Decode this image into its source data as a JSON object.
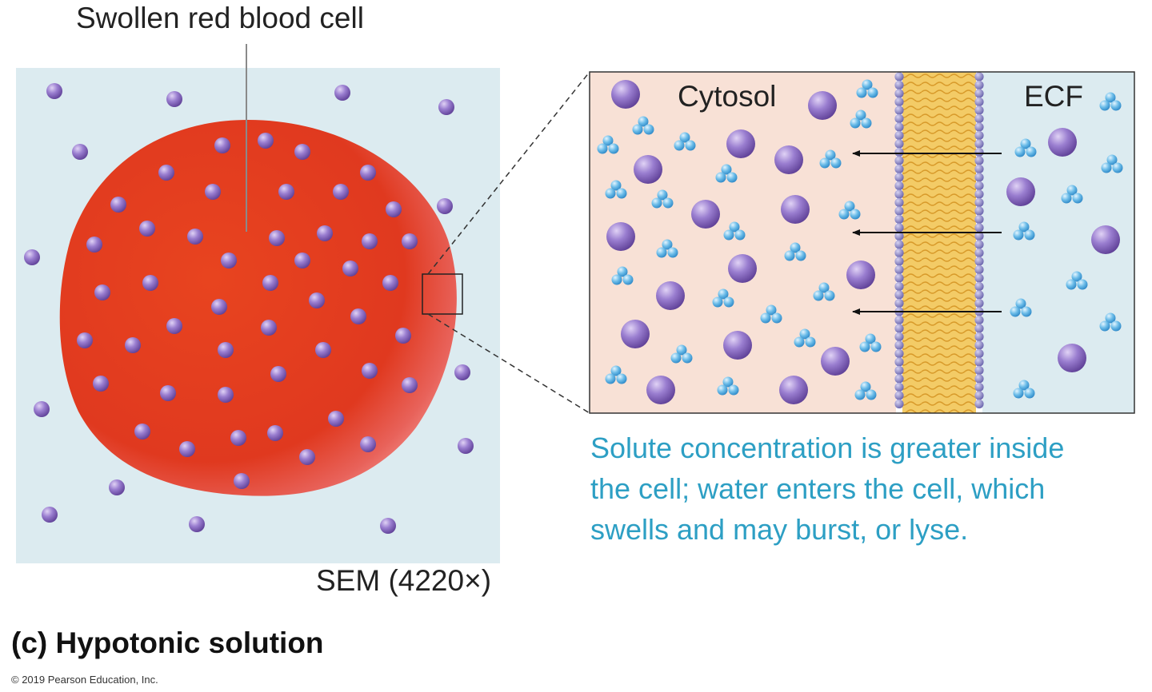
{
  "labels": {
    "cell": "Swollen red blood cell",
    "microscopy": "SEM (4220×)",
    "cytosol": "Cytosol",
    "ecf": "ECF",
    "caption_lines": [
      "Solute concentration is greater inside",
      "the cell; water enters the cell, which",
      "swells and may burst, or lyse."
    ],
    "panel_title": "(c) Hypotonic solution",
    "copyright": "© 2019 Pearson Education, Inc."
  },
  "colors": {
    "background": "#dcebf0",
    "cell": "#e23b22",
    "solute": "#8a6bc0",
    "water": "#63b5e6",
    "cytosol_fill": "#f8e1d6",
    "ecf_fill": "#dcebf0",
    "membrane_core": "#f2c55a",
    "membrane_heads": "#8e88c8",
    "caption": "#2d9fc4"
  }
}
